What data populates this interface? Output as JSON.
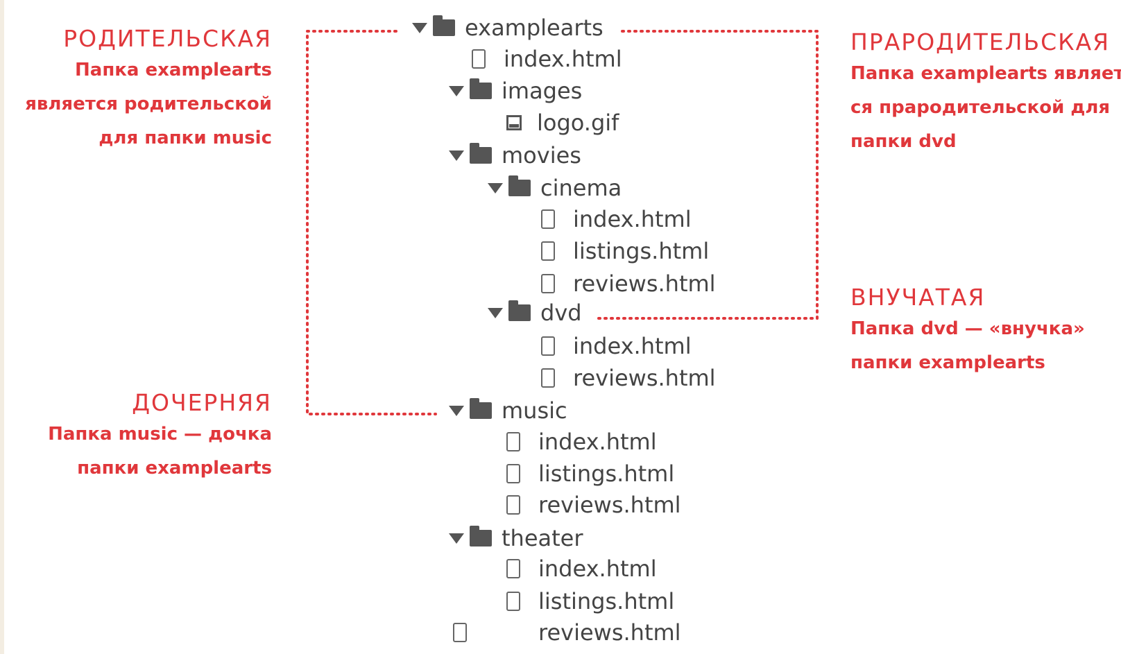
{
  "colors": {
    "annotation": "#e0373b",
    "tree_text": "#444444",
    "icon": "#555555",
    "background": "#ffffff"
  },
  "annotations": {
    "parent": {
      "heading": "РОДИТЕЛЬСКАЯ",
      "lines": [
        "Папка examplearts",
        "является родительской",
        "для папки music"
      ]
    },
    "child": {
      "heading": "ДОЧЕРНЯЯ",
      "lines": [
        "Папка music — дочка",
        "папки examplearts"
      ]
    },
    "grandparent": {
      "heading": "ПРАРОДИТЕЛЬСКАЯ",
      "lines": [
        "Папка examplearts являет-",
        "ся прародительской для",
        "папки dvd"
      ]
    },
    "grandchild": {
      "heading": "ВНУЧАТАЯ",
      "lines": [
        "Папка dvd — «внучка»",
        "папки examplearts"
      ]
    }
  },
  "tree": [
    {
      "label": "examplearts",
      "type": "folder",
      "icon": "folder-icon"
    },
    {
      "label": "index.html",
      "type": "file",
      "icon": "file-icon"
    },
    {
      "label": "images",
      "type": "folder",
      "icon": "folder-icon"
    },
    {
      "label": "logo.gif",
      "type": "image",
      "icon": "image-file-icon"
    },
    {
      "label": "movies",
      "type": "folder",
      "icon": "folder-icon"
    },
    {
      "label": "cinema",
      "type": "folder",
      "icon": "folder-icon"
    },
    {
      "label": "index.html",
      "type": "file",
      "icon": "file-icon"
    },
    {
      "label": "listings.html",
      "type": "file",
      "icon": "file-icon"
    },
    {
      "label": "reviews.html",
      "type": "file",
      "icon": "file-icon"
    },
    {
      "label": "dvd",
      "type": "folder",
      "icon": "folder-icon"
    },
    {
      "label": "index.html",
      "type": "file",
      "icon": "file-icon"
    },
    {
      "label": "reviews.html",
      "type": "file",
      "icon": "file-icon"
    },
    {
      "label": "music",
      "type": "folder",
      "icon": "folder-icon"
    },
    {
      "label": "index.html",
      "type": "file",
      "icon": "file-icon"
    },
    {
      "label": "listings.html",
      "type": "file",
      "icon": "file-icon"
    },
    {
      "label": "reviews.html",
      "type": "file",
      "icon": "file-icon"
    },
    {
      "label": "theater",
      "type": "folder",
      "icon": "folder-icon"
    },
    {
      "label": "index.html",
      "type": "file",
      "icon": "file-icon"
    },
    {
      "label": "listings.html",
      "type": "file",
      "icon": "file-icon"
    },
    {
      "label": "reviews.html",
      "type": "file",
      "icon": "file-icon"
    }
  ]
}
